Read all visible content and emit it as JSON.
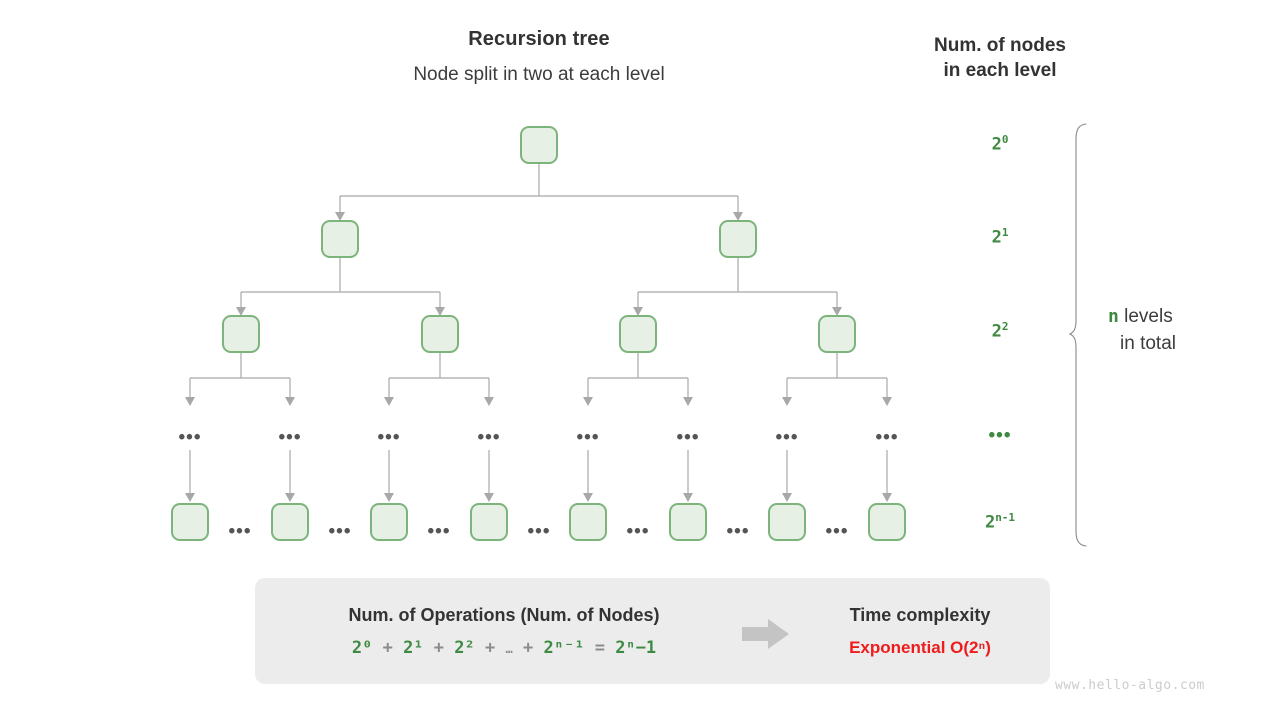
{
  "tree": {
    "title": "Recursion tree",
    "subtitle": "Node split in two at each level",
    "ellipsis": "•••"
  },
  "counts": {
    "title_line1": "Num. of nodes",
    "title_line2": "in each level",
    "levels": [
      {
        "base": "2",
        "exp": "0"
      },
      {
        "base": "2",
        "exp": "1"
      },
      {
        "base": "2",
        "exp": "2"
      },
      {
        "base": "•••",
        "exp": ""
      },
      {
        "base": "2",
        "exp": "n-1"
      }
    ],
    "brace_note_var": "n",
    "brace_note_line1": " levels",
    "brace_note_line2": "in total"
  },
  "summary": {
    "operations_title": "Num. of Operations (Num. of Nodes)",
    "formula_terms": [
      "2⁰",
      "+",
      "2¹",
      "+",
      "2²",
      "+",
      "…",
      "+",
      "2ⁿ⁻¹",
      "=",
      "2ⁿ−1"
    ],
    "time_complexity_title": "Time complexity",
    "time_complexity_value": "Exponential  O(2ⁿ)",
    "arrow_icon": "right-arrow-icon"
  },
  "watermark": "www.hello-algo.com",
  "colors": {
    "node_fill": "#e6f0e4",
    "node_border": "#7cb47c",
    "green_text": "#3f8a43",
    "red_text": "#ee1c1c",
    "line": "#a8a8a8",
    "box_bg": "#ececec",
    "watermark": "#cccccc"
  }
}
